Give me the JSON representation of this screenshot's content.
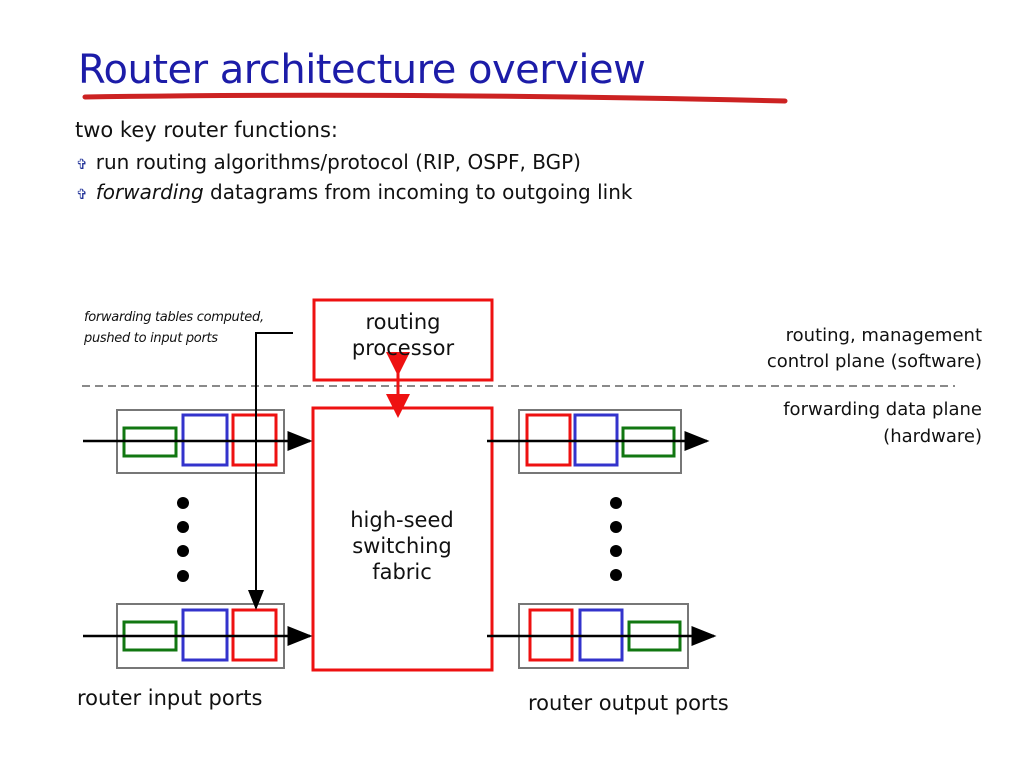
{
  "title": "Router architecture overview",
  "intro": "two key router functions:",
  "bullets": [
    {
      "icon": "cross-bullet-icon",
      "emph": "",
      "text": "run routing algorithms/protocol (RIP, OSPF, BGP)"
    },
    {
      "icon": "cross-bullet-icon",
      "emph": "forwarding",
      "text": " datagrams from incoming to outgoing link"
    }
  ],
  "diagram": {
    "note": [
      "forwarding tables computed,",
      "pushed to input ports"
    ],
    "routing_processor": [
      "routing",
      "processor"
    ],
    "fabric": [
      "high-seed",
      "switching",
      "fabric"
    ],
    "control_plane": [
      "routing, management",
      "control plane (software)"
    ],
    "data_plane": [
      "forwarding data plane",
      "(hardware)"
    ],
    "input_label": "router input ports",
    "output_label": "router output ports",
    "colors": {
      "red": "#ee1111",
      "green": "#117711",
      "blue": "#3333cc",
      "gray": "#777777",
      "title": "#1c1ca8"
    }
  }
}
